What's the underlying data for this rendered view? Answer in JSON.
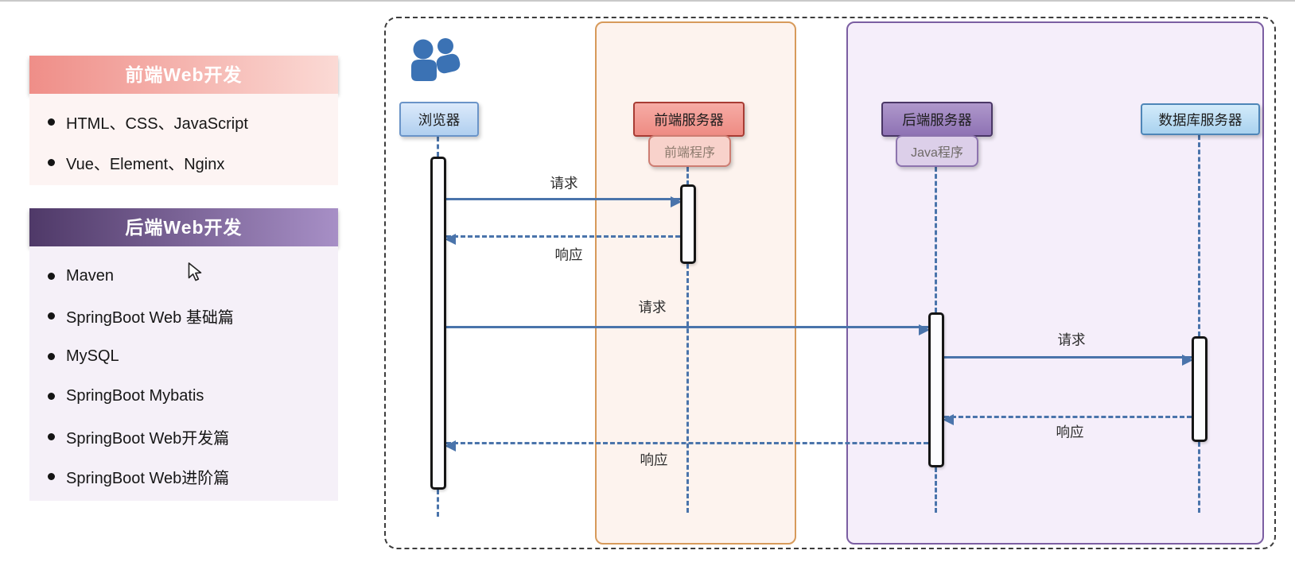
{
  "left_panel": {
    "sections": [
      {
        "title": "前端Web开发",
        "items": [
          "HTML、CSS、JavaScript",
          "Vue、Element、Nginx"
        ]
      },
      {
        "title": "后端Web开发",
        "items": [
          "Maven",
          "SpringBoot Web 基础篇",
          "MySQL",
          "SpringBoot Mybatis",
          "SpringBoot Web开发篇",
          "SpringBoot Web进阶篇"
        ]
      }
    ]
  },
  "diagram": {
    "actors": {
      "browser": {
        "label": "浏览器"
      },
      "frontend_server": {
        "label": "前端服务器",
        "program": "前端程序"
      },
      "backend_server": {
        "label": "后端服务器",
        "program": "Java程序"
      },
      "database_server": {
        "label": "数据库服务器"
      }
    },
    "messages": [
      {
        "label": "请求",
        "from": "浏览器",
        "to": "前端服务器",
        "type": "request"
      },
      {
        "label": "响应",
        "from": "前端服务器",
        "to": "浏览器",
        "type": "response"
      },
      {
        "label": "请求",
        "from": "浏览器",
        "to": "后端服务器",
        "type": "request"
      },
      {
        "label": "请求",
        "from": "后端服务器",
        "to": "数据库服务器",
        "type": "request"
      },
      {
        "label": "响应",
        "from": "数据库服务器",
        "to": "后端服务器",
        "type": "response"
      },
      {
        "label": "响应",
        "from": "后端服务器",
        "to": "浏览器",
        "type": "response"
      }
    ],
    "icons": {
      "users_icon": "two-users",
      "cursor_icon": "mouse-pointer"
    }
  },
  "colors": {
    "frontend_accent": "#ef8e88",
    "backend_accent": "#4f3968",
    "diagram_blue": "#4a74ab",
    "orange_zone_border": "#d79a5a",
    "purple_zone_border": "#7b5ea2",
    "node_red_border": "#a83c34",
    "node_blue_border": "#6a94c8"
  }
}
